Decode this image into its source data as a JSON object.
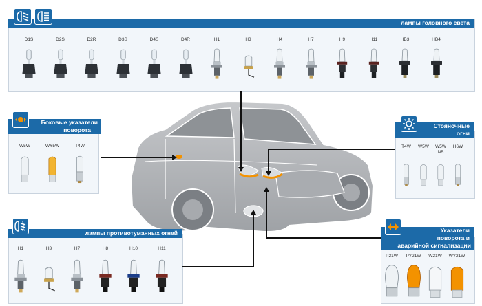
{
  "colors": {
    "brand": "#1c6aa8",
    "accent": "#f39200",
    "panel": "#f2f6fa",
    "car": "#b3b6b9"
  },
  "headlamps": {
    "title": "лампы головного света",
    "icons": [
      "low-beam-icon",
      "high-beam-icon"
    ],
    "bulbs": [
      "D1S",
      "D2S",
      "D2R",
      "D3S",
      "D4S",
      "D4R",
      "H1",
      "H3",
      "H4",
      "H7",
      "H9",
      "H11",
      "HB3",
      "HB4"
    ]
  },
  "side_indicators": {
    "title_line1": "Боковые указатели",
    "title_line2": "поворота",
    "icon": "side-indicator-icon",
    "bulbs": [
      "W5W",
      "WY5W",
      "T4W"
    ]
  },
  "parking": {
    "title_line1": "Стояночные",
    "title_line2": "огни",
    "icon": "parking-light-icon",
    "bulbs": [
      "T4W",
      "W5W",
      "W5W NB",
      "H6W"
    ]
  },
  "fog": {
    "title": "лампы противотуманных огней",
    "icon": "fog-light-icon",
    "bulbs": [
      "H1",
      "H3",
      "H7",
      "H8",
      "H10",
      "H11"
    ]
  },
  "turn_signals": {
    "title_line1": "Указатели",
    "title_line2": "поворота и",
    "title_line3": "аварийной сигнализации",
    "icon": "hazard-arrows-icon",
    "bulbs": [
      "P21W",
      "PY21W",
      "W21W",
      "WY21W"
    ]
  }
}
